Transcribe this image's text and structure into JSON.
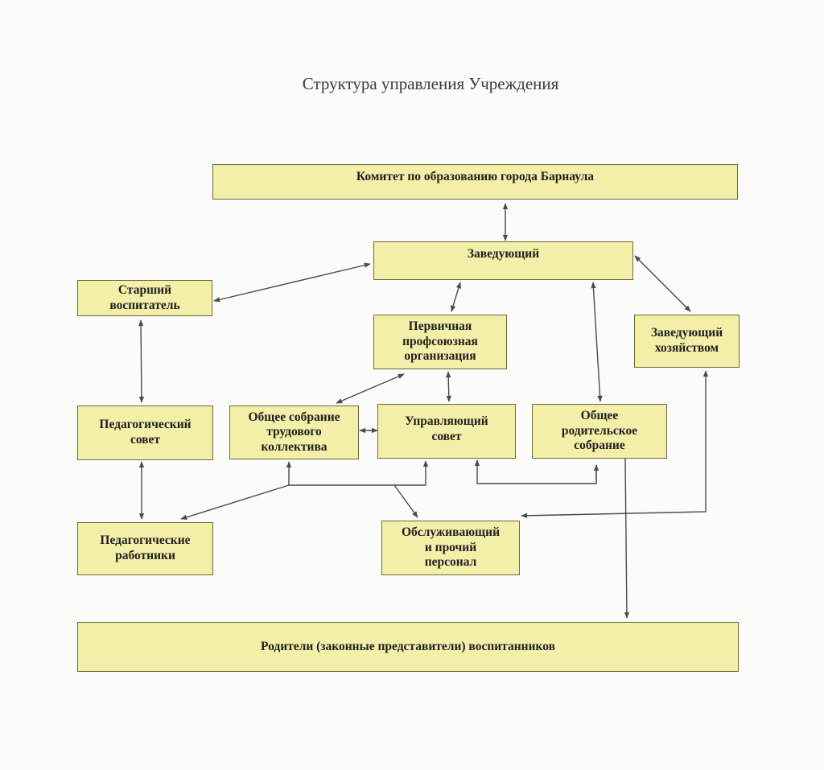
{
  "title": "Структура управления Учреждения",
  "nodes": {
    "committee": "Комитет по образованию города Барнаула",
    "head": "Заведующий",
    "senior_teacher": "Старший\nвоспитатель",
    "union": "Первичная\nпрофсоюзная\nорганизация",
    "supply_head": "Заведующий\nхозяйством",
    "ped_council": "Педагогический\nсовет",
    "general_meeting": "Общее собрание\nтрудового\nколлектива",
    "governing_council": "Управляющий\nсовет",
    "parent_meeting": "Общее\nродительское\nсобрание",
    "ped_workers": "Педагогические\nработники",
    "service_staff": "Обслуживающий\nи прочий\nперсонал",
    "parents": "Родители (законные представители) воспитанников"
  },
  "colors": {
    "box_fill": "#f4efa8",
    "box_border": "#6b6b3a",
    "line": "#4a4a4a"
  }
}
